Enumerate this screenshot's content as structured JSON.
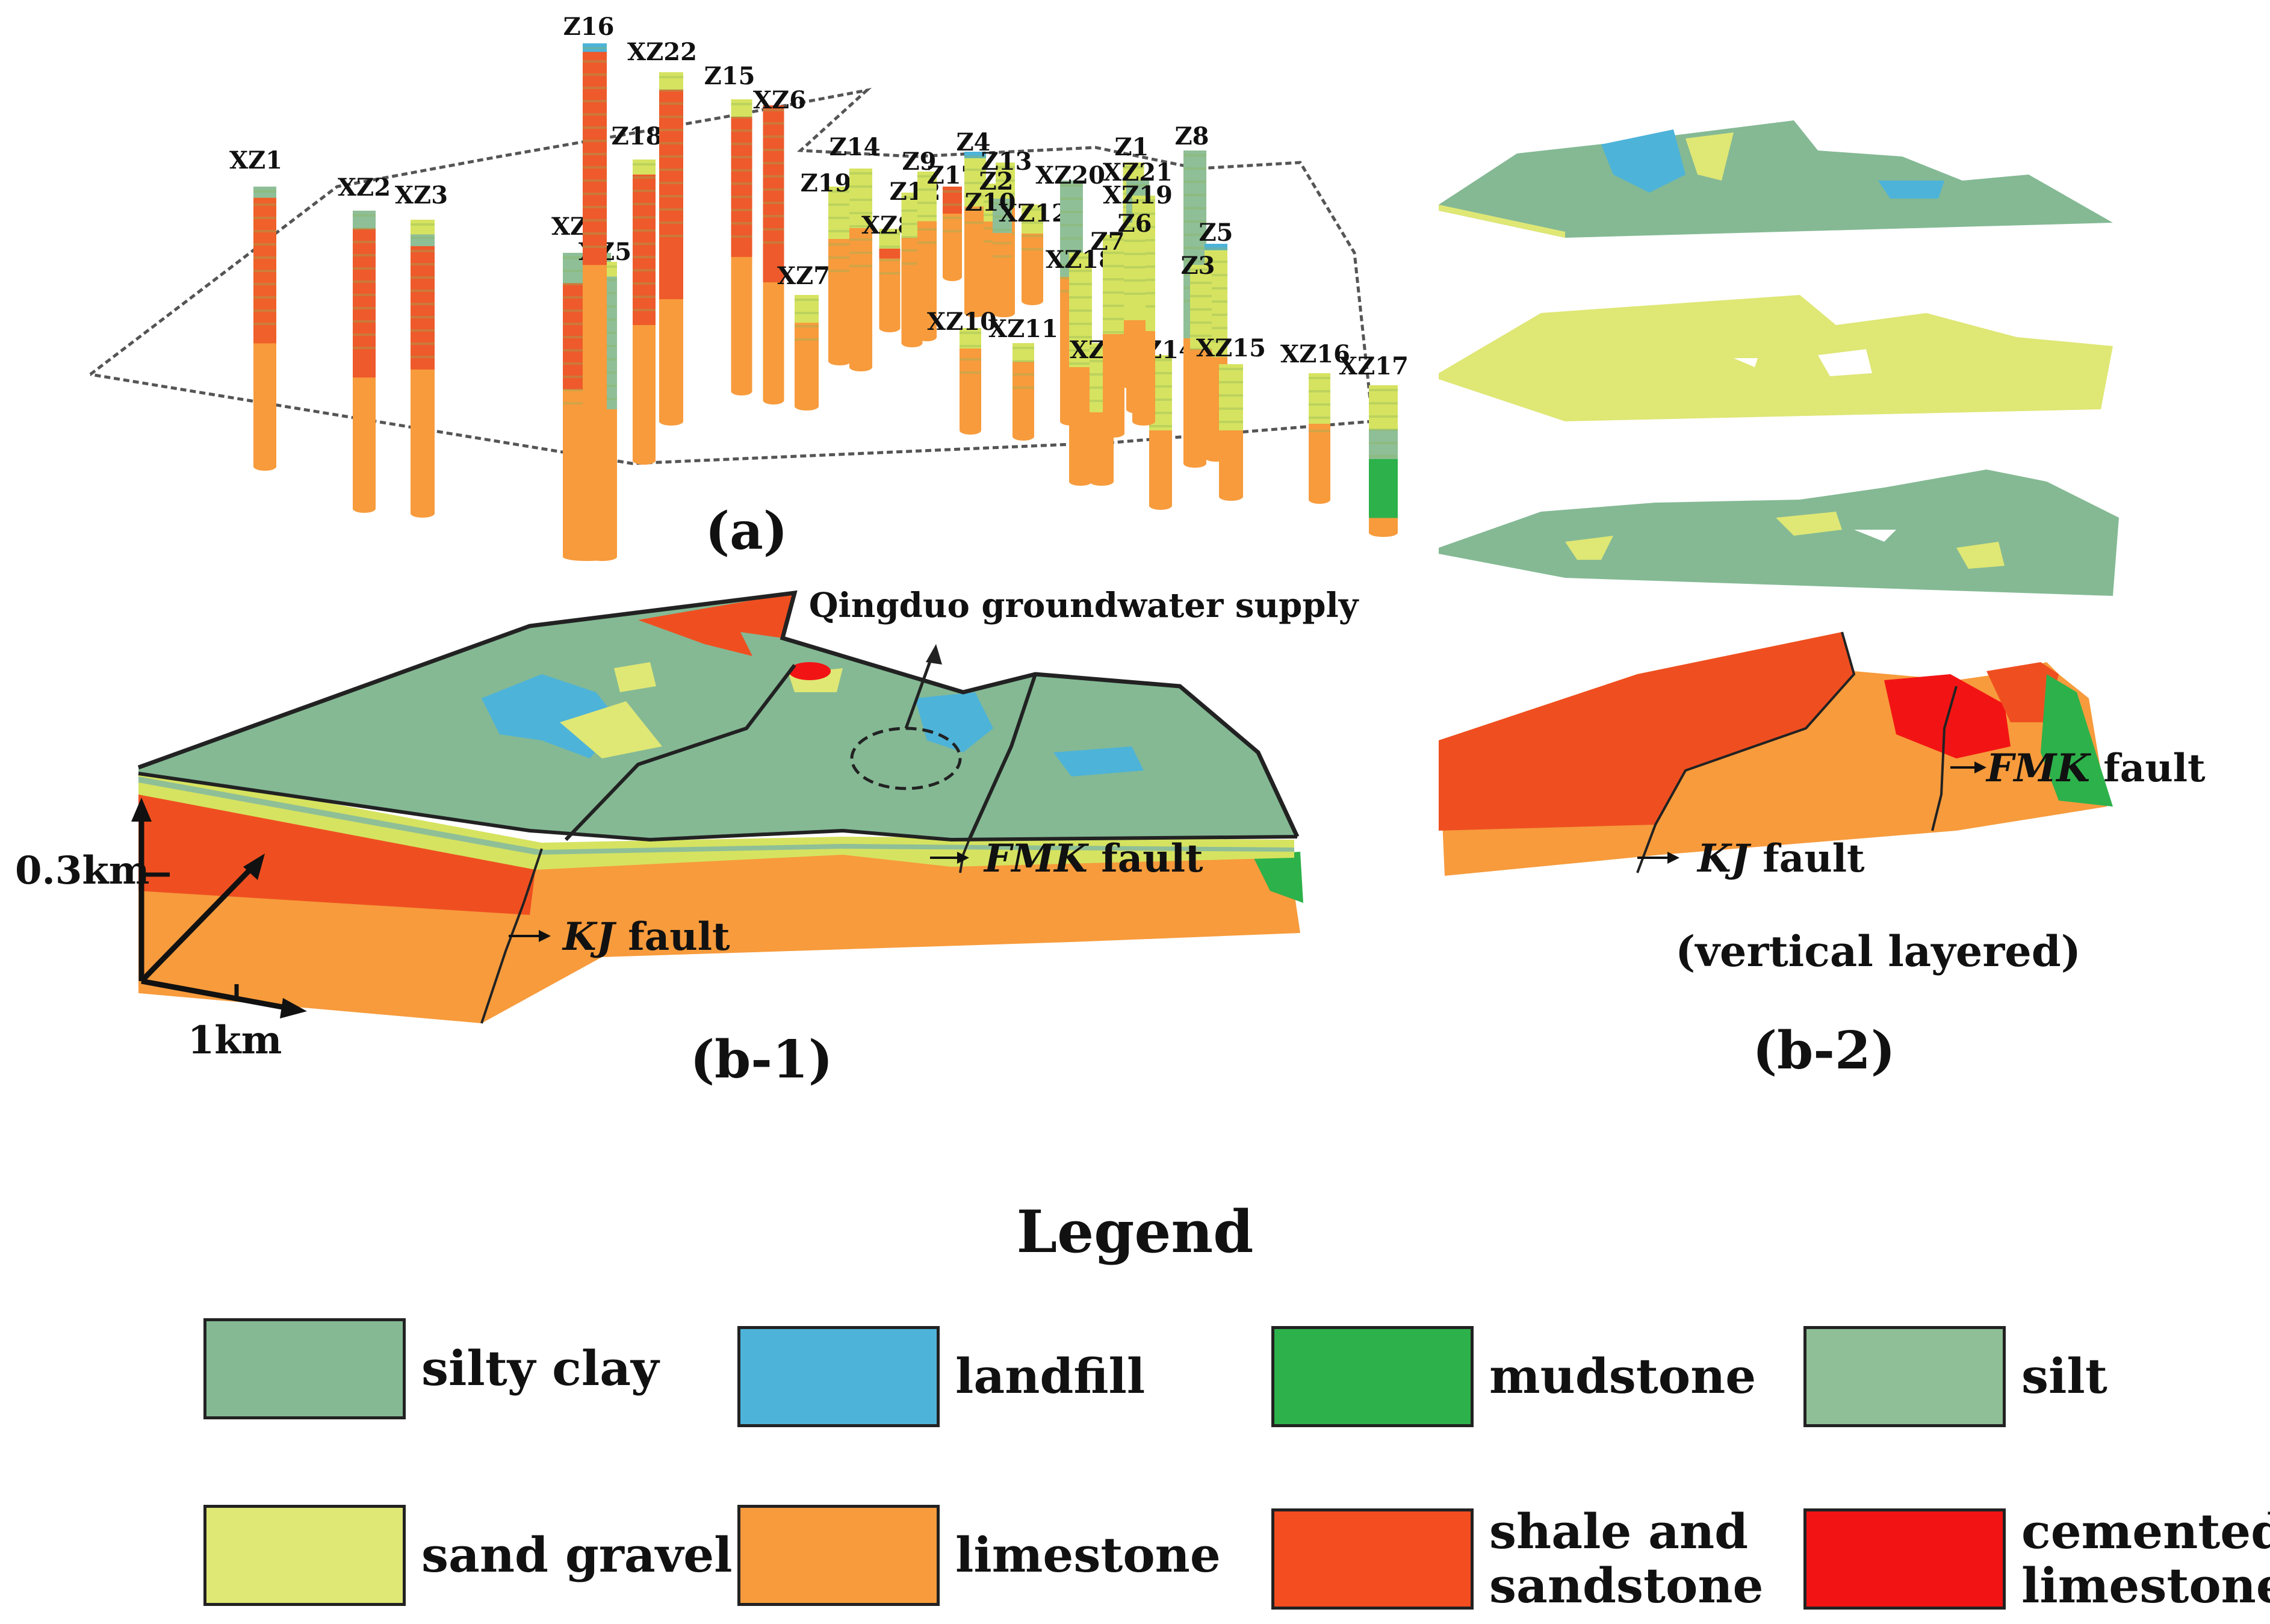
{
  "panels": {
    "a_label": "(a)",
    "b1_label": "(b-1)",
    "b2_label": "(b-2)",
    "b2_caption": "(vertical layered)"
  },
  "boreholes": [
    {
      "name": "XZ1",
      "layers": [
        [
          "#8fbf97",
          0.04
        ],
        [
          "#f0602a",
          0.52
        ],
        [
          "#f79b3c",
          0.44
        ]
      ]
    },
    {
      "name": "XZ2",
      "layers": [
        [
          "#8fbf97",
          0.06
        ],
        [
          "#ee5a2b",
          0.5
        ],
        [
          "#f79b3c",
          0.44
        ]
      ]
    },
    {
      "name": "XZ3",
      "layers": [
        [
          "#d6e360",
          0.05
        ],
        [
          "#8fbf97",
          0.04
        ],
        [
          "#ee5a2b",
          0.42
        ],
        [
          "#f79b3c",
          0.49
        ]
      ]
    },
    {
      "name": "XZ4",
      "layers": [
        [
          "#8fbf97",
          0.1
        ],
        [
          "#ee5a2b",
          0.35
        ],
        [
          "#f79b3c",
          0.55
        ]
      ]
    },
    {
      "name": "XZ5",
      "layers": [
        [
          "#d6e360",
          0.05
        ],
        [
          "#8fbf97",
          0.45
        ],
        [
          "#f79b3c",
          0.5
        ]
      ]
    },
    {
      "name": "Z16",
      "layers": [
        [
          "#4db3d9",
          0.02
        ],
        [
          "#ee5a2b",
          0.5
        ],
        [
          "#f79b3c",
          0.48
        ]
      ]
    },
    {
      "name": "Z18",
      "layers": [
        [
          "#d6e360",
          0.05
        ],
        [
          "#ee5a2b",
          0.5
        ],
        [
          "#f79b3c",
          0.45
        ]
      ]
    },
    {
      "name": "XZ22",
      "layers": [
        [
          "#d6e360",
          0.05
        ],
        [
          "#ee5a2b",
          0.6
        ],
        [
          "#f79b3c",
          0.35
        ]
      ]
    },
    {
      "name": "Z15",
      "layers": [
        [
          "#d6e360",
          0.06
        ],
        [
          "#ee5a2b",
          0.48
        ],
        [
          "#f79b3c",
          0.46
        ]
      ]
    },
    {
      "name": "XZ6",
      "layers": [
        [
          "#ee5a2b",
          0.6
        ],
        [
          "#f79b3c",
          0.4
        ]
      ]
    },
    {
      "name": "XZ7",
      "layers": [
        [
          "#d6e360",
          0.25
        ],
        [
          "#f79b3c",
          0.75
        ]
      ]
    },
    {
      "name": "Z19",
      "layers": [
        [
          "#d6e360",
          0.3
        ],
        [
          "#f79b3c",
          0.7
        ]
      ]
    },
    {
      "name": "Z14",
      "layers": [
        [
          "#d6e360",
          0.3
        ],
        [
          "#f79b3c",
          0.7
        ]
      ]
    },
    {
      "name": "XZ8",
      "layers": [
        [
          "#d6e360",
          0.2
        ],
        [
          "#ee5a2b",
          0.1
        ],
        [
          "#f79b3c",
          0.7
        ]
      ]
    },
    {
      "name": "Z12",
      "layers": [
        [
          "#d6e360",
          0.3
        ],
        [
          "#f79b3c",
          0.7
        ]
      ]
    },
    {
      "name": "Z9",
      "layers": [
        [
          "#d6e360",
          0.3
        ],
        [
          "#f79b3c",
          0.7
        ]
      ]
    },
    {
      "name": "Z17",
      "layers": [
        [
          "#ee5a2b",
          0.3
        ],
        [
          "#f79b3c",
          0.7
        ]
      ]
    },
    {
      "name": "Z4",
      "layers": [
        [
          "#4db3d9",
          0.04
        ],
        [
          "#d6e360",
          0.3
        ],
        [
          "#f79b3c",
          0.66
        ]
      ]
    },
    {
      "name": "Z13",
      "layers": [
        [
          "#d6e360",
          0.3
        ],
        [
          "#f79b3c",
          0.7
        ]
      ]
    },
    {
      "name": "Z2",
      "layers": [
        [
          "#d6e360",
          0.3
        ],
        [
          "#f79b3c",
          0.7
        ]
      ]
    },
    {
      "name": "Z10",
      "layers": [
        [
          "#8fbf97",
          0.3
        ],
        [
          "#f79b3c",
          0.7
        ]
      ]
    },
    {
      "name": "XZ10",
      "layers": [
        [
          "#d6e360",
          0.2
        ],
        [
          "#f79b3c",
          0.8
        ]
      ]
    },
    {
      "name": "XZ11",
      "layers": [
        [
          "#d6e360",
          0.2
        ],
        [
          "#f79b3c",
          0.8
        ]
      ]
    },
    {
      "name": "XZ12",
      "layers": [
        [
          "#d6e360",
          0.3
        ],
        [
          "#f79b3c",
          0.7
        ]
      ]
    },
    {
      "name": "XZ20",
      "layers": [
        [
          "#8fbf97",
          0.4
        ],
        [
          "#f79b3c",
          0.6
        ]
      ]
    },
    {
      "name": "XZ18",
      "layers": [
        [
          "#d6e360",
          0.5
        ],
        [
          "#f79b3c",
          0.5
        ]
      ]
    },
    {
      "name": "XZ13",
      "layers": [
        [
          "#d6e360",
          0.5
        ],
        [
          "#f79b3c",
          0.5
        ]
      ]
    },
    {
      "name": "XZ14",
      "layers": [
        [
          "#d6e360",
          0.5
        ],
        [
          "#f79b3c",
          0.5
        ]
      ]
    },
    {
      "name": "Z1",
      "layers": [
        [
          "#d6e360",
          0.6
        ],
        [
          "#f79b3c",
          0.4
        ]
      ]
    },
    {
      "name": "XZ21",
      "layers": [
        [
          "#8fbf97",
          0.6
        ],
        [
          "#f79b3c",
          0.4
        ]
      ]
    },
    {
      "name": "XZ19",
      "layers": [
        [
          "#d6e360",
          0.6
        ],
        [
          "#f79b3c",
          0.4
        ]
      ]
    },
    {
      "name": "Z7",
      "layers": [
        [
          "#d6e360",
          0.5
        ],
        [
          "#f79b3c",
          0.5
        ]
      ]
    },
    {
      "name": "Z6",
      "layers": [
        [
          "#d6e360",
          0.6
        ],
        [
          "#f79b3c",
          0.4
        ]
      ]
    },
    {
      "name": "Z8",
      "layers": [
        [
          "#8fbf97",
          0.6
        ],
        [
          "#f79b3c",
          0.4
        ]
      ]
    },
    {
      "name": "Z5",
      "layers": [
        [
          "#4db3d9",
          0.03
        ],
        [
          "#d6e360",
          0.5
        ],
        [
          "#f79b3c",
          0.47
        ]
      ]
    },
    {
      "name": "Z3",
      "layers": [
        [
          "#d6e360",
          0.5
        ],
        [
          "#f79b3c",
          0.5
        ]
      ]
    },
    {
      "name": "XZ15",
      "layers": [
        [
          "#d6e360",
          0.5
        ],
        [
          "#f79b3c",
          0.5
        ]
      ]
    },
    {
      "name": "XZ16",
      "layers": [
        [
          "#d6e360",
          0.4
        ],
        [
          "#f79b3c",
          0.6
        ]
      ]
    },
    {
      "name": "XZ17",
      "layers": [
        [
          "#d6e360",
          0.3
        ],
        [
          "#8fbf97",
          0.2
        ],
        [
          "#2db14b",
          0.4
        ],
        [
          "#f79b3c",
          0.1
        ]
      ]
    }
  ],
  "annotations": {
    "qingduo": "Qingduo groundwater supply",
    "fmk_b1": {
      "italic": "FMK",
      "rest": " fault"
    },
    "kj_b1": {
      "italic": "KJ",
      "rest": " fault"
    },
    "fmk_b2": {
      "italic": "FMK",
      "rest": " fault"
    },
    "kj_b2": {
      "italic": "KJ",
      "rest": " fault"
    },
    "scale_vertical": "0.3km",
    "scale_horizontal": "1km"
  },
  "legend": {
    "title": "Legend",
    "items": [
      {
        "label": "silty clay",
        "color": "#84b994"
      },
      {
        "label": "landfill",
        "color": "#4db3d9"
      },
      {
        "label": "mudstone",
        "color": "#2db14b"
      },
      {
        "label": "silt",
        "color": "#8fbf97"
      },
      {
        "label": "sand gravel",
        "color": "#dfe775"
      },
      {
        "label": "limestone",
        "color": "#f79b3c"
      },
      {
        "label": "shale and\nsandstone",
        "color": "#f44d1f"
      },
      {
        "label": "cemented\nlimestone",
        "color": "#f21414"
      }
    ]
  }
}
